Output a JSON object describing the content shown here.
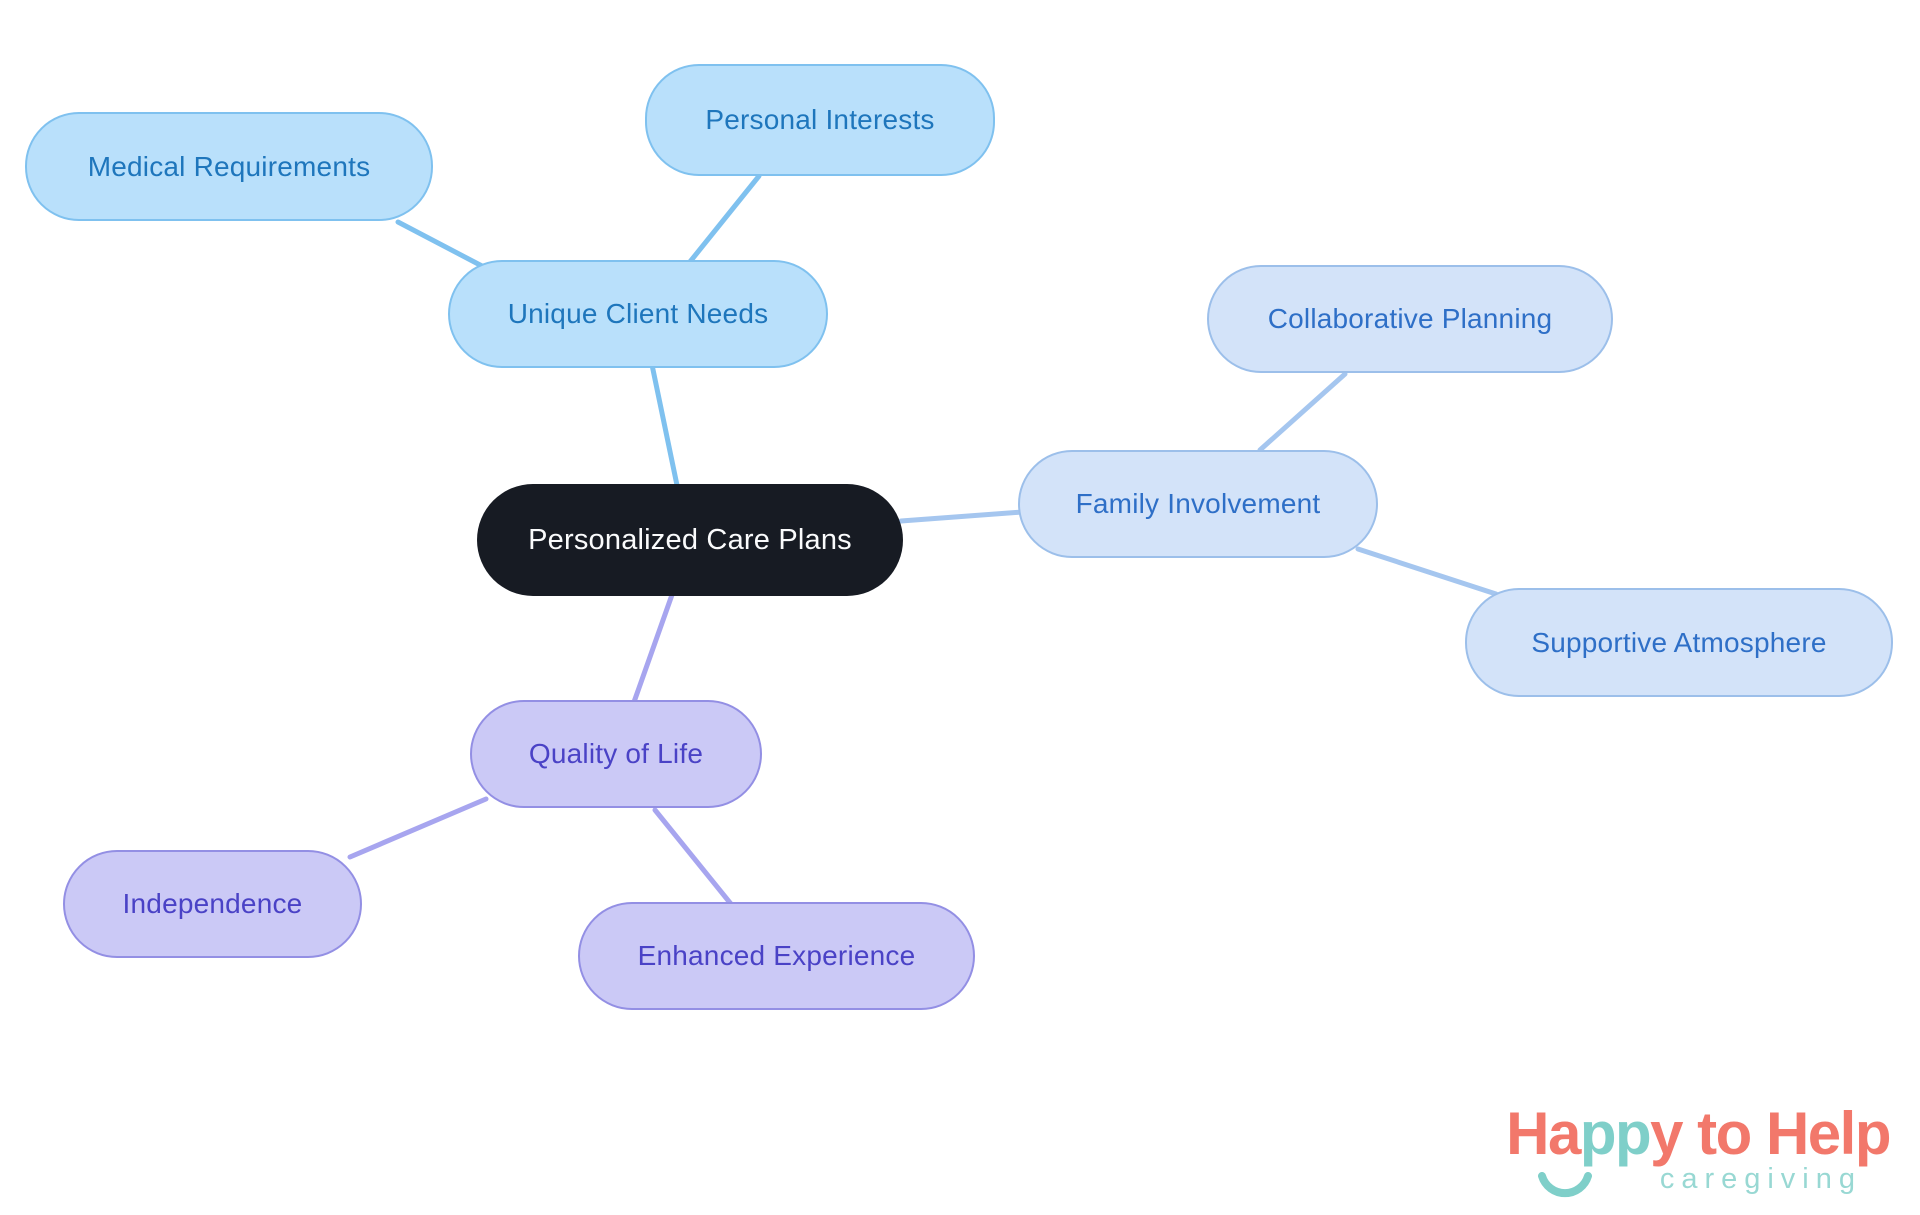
{
  "diagram_title": "Personalized Care Plans mind map",
  "nodes": {
    "central": {
      "label": "Personalized Care Plans"
    },
    "unique_client_needs": {
      "label": "Unique Client Needs"
    },
    "medical_requirements": {
      "label": "Medical Requirements"
    },
    "personal_interests": {
      "label": "Personal Interests"
    },
    "family_involvement": {
      "label": "Family Involvement"
    },
    "collaborative_planning": {
      "label": "Collaborative Planning"
    },
    "supportive_atmosphere": {
      "label": "Supportive Atmosphere"
    },
    "quality_of_life": {
      "label": "Quality of Life"
    },
    "independence": {
      "label": "Independence"
    },
    "enhanced_experience": {
      "label": "Enhanced Experience"
    }
  },
  "edges": [
    {
      "from": "Personalized Care Plans",
      "to": "Unique Client Needs"
    },
    {
      "from": "Unique Client Needs",
      "to": "Medical Requirements"
    },
    {
      "from": "Unique Client Needs",
      "to": "Personal Interests"
    },
    {
      "from": "Personalized Care Plans",
      "to": "Family Involvement"
    },
    {
      "from": "Family Involvement",
      "to": "Collaborative Planning"
    },
    {
      "from": "Family Involvement",
      "to": "Supportive Atmosphere"
    },
    {
      "from": "Personalized Care Plans",
      "to": "Quality of Life"
    },
    {
      "from": "Quality of Life",
      "to": "Independence"
    },
    {
      "from": "Quality of Life",
      "to": "Enhanced Experience"
    }
  ],
  "palette": {
    "central_fill": "#171B23",
    "central_text": "#FAFBFC",
    "blue_fill": "#B9E0FB",
    "blue_border": "#7FC1EF",
    "blue_text": "#1E76BC",
    "blue_edge": "#7FC1EF",
    "periwinkle_fill": "#D3E3F9",
    "periwinkle_border": "#9CBFEA",
    "periwinkle_text": "#2E6FC7",
    "periwinkle_edge": "#A5C6EF",
    "purple_fill": "#CBC9F6",
    "purple_border": "#938FE4",
    "purple_text": "#4A42C6",
    "purple_edge": "#A7A5EF"
  },
  "logo": {
    "part_ha": "Ha",
    "part_pp": "pp",
    "part_rest": "y to Help",
    "tagline": "caregiving",
    "coral": "#F2786B",
    "teal": "#7FCFC9",
    "tagline_color": "#98D8D3"
  }
}
